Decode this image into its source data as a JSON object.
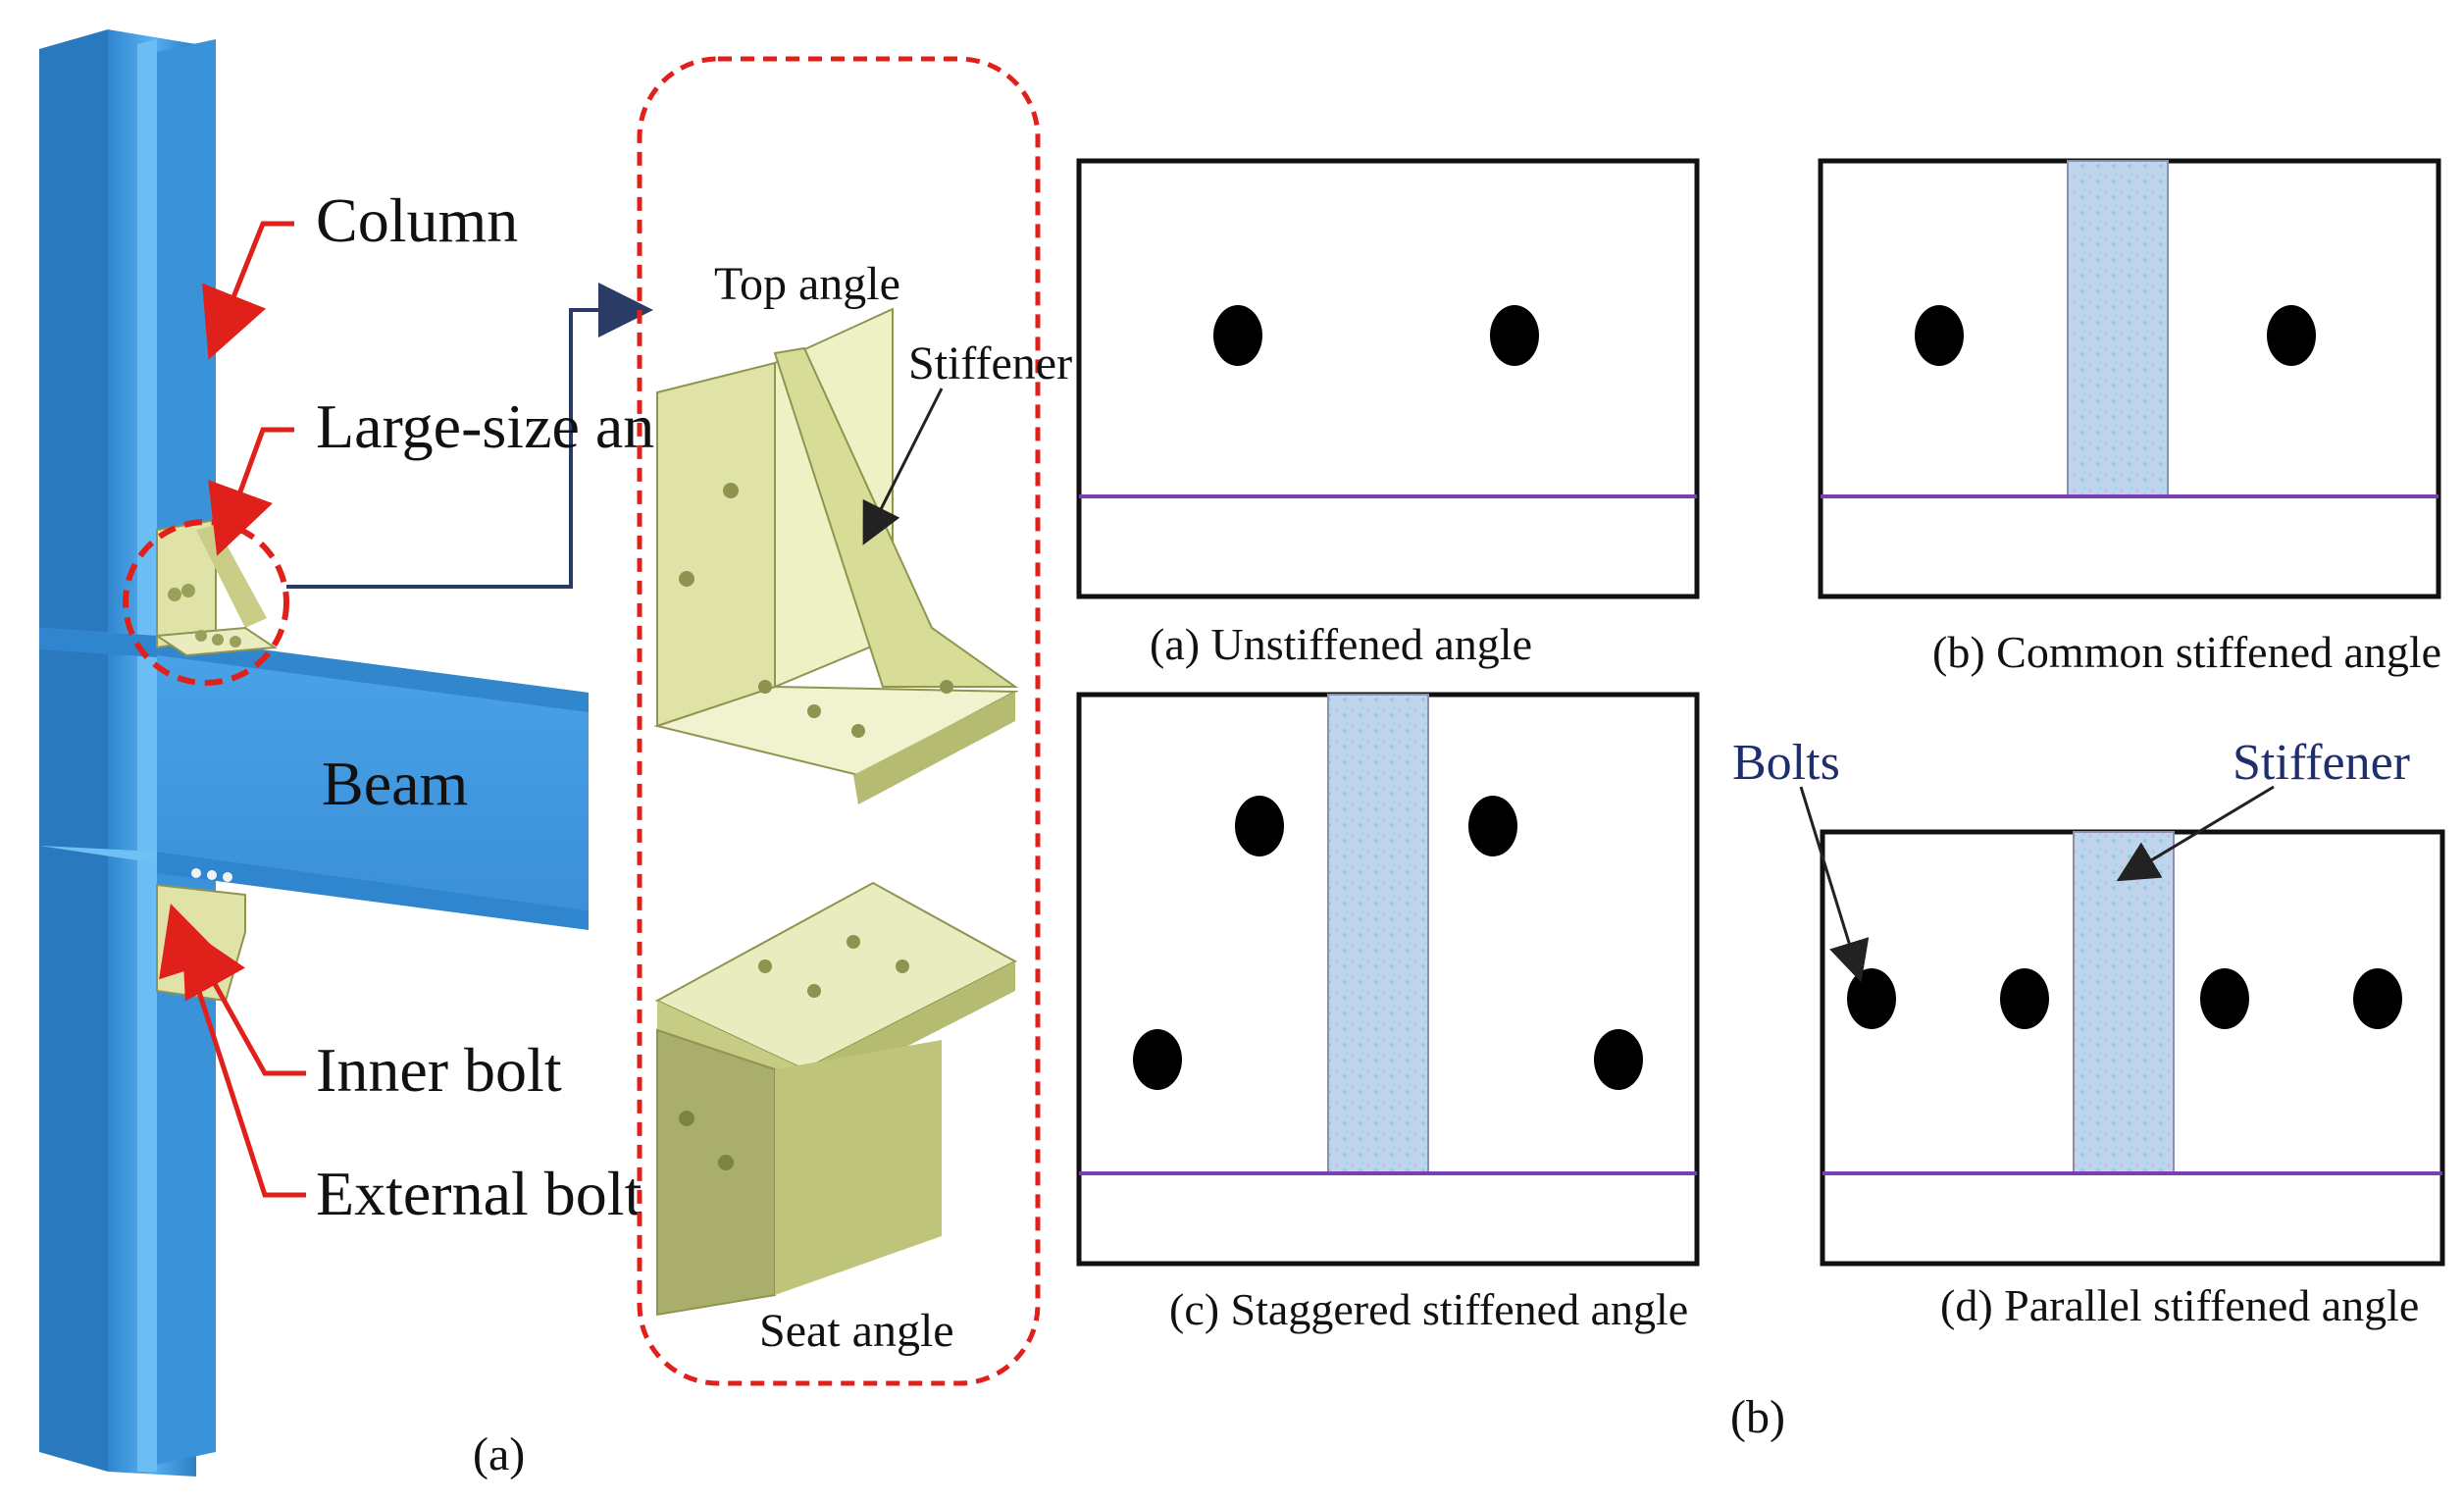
{
  "part_a": {
    "labels": {
      "column": "Column",
      "large_angle": "Large-size angle",
      "beam": "Beam",
      "inner_bolt": "Inner bolt",
      "external_bolt": "External bolt",
      "top_angle": "Top angle",
      "stiffener": "Stiffener",
      "seat_angle": "Seat angle"
    },
    "caption": "(a)"
  },
  "part_b": {
    "panels": [
      {
        "caption": "(a) Unstiffened angle"
      },
      {
        "caption": "(b) Common stiffened angle"
      },
      {
        "caption": "(c) Staggered stiffened angle"
      },
      {
        "caption": "(d) Parallel stiffened angle"
      }
    ],
    "annotations": {
      "bolts": "Bolts",
      "stiffener": "Stiffener"
    },
    "caption": "(b)"
  },
  "colors": {
    "steel_blue": "#3f9be0",
    "angle_green": "#dfe3a8",
    "leader_red": "#e0201a",
    "purple_line": "#7a3fb0",
    "stiffener_fill": "#b9d4ec",
    "bolt": "#000000"
  }
}
